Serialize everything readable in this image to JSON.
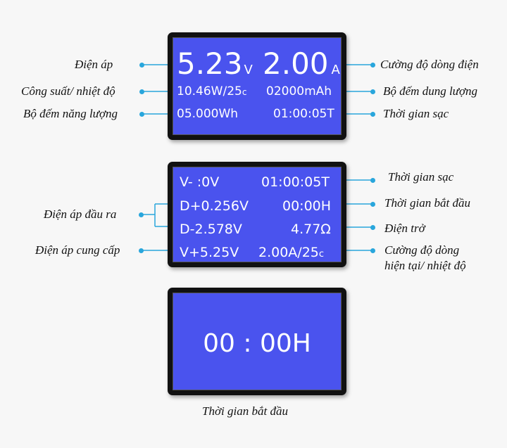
{
  "screen1": {
    "voltage": "5.23",
    "voltage_unit": "V",
    "current": "2.00",
    "current_unit": "A",
    "power_temp": "10.46W/25",
    "temp_unit": "c",
    "capacity": "02000mAh",
    "energy": "05.000Wh",
    "charge_time": "01:00:05T"
  },
  "screen2": {
    "v_minus": "V- :0V",
    "charge_time": "01:00:05T",
    "d_plus": "D+0.256V",
    "start_time": "00:00H",
    "d_minus": "D-2.578V",
    "resistance": "4.77Ω",
    "v_plus": "V+5.25V",
    "current_temp": "2.00A/25",
    "temp_unit": "c"
  },
  "screen3": {
    "time": "00 : 00H"
  },
  "labels": {
    "voltage": "Điện áp",
    "power_temp": "Công suất/ nhiệt độ",
    "energy_counter": "Bộ đếm năng lượng",
    "current": "Cường độ dòng điện",
    "capacity_counter": "Bộ đếm dung lượng",
    "charge_time_1": "Thời gian sạc",
    "charge_time_2": "Thời gian sạc",
    "start_time": "Thời gian bắt đầu",
    "output_voltage": "Điện áp đầu ra",
    "resistance": "Điện trở",
    "supply_voltage": "Điện áp cung cấp",
    "current_temp_line1": "Cường độ dòng",
    "current_temp_line2": "hiện tại/ nhiệt độ",
    "caption": "Thời gian bắt đầu"
  },
  "colors": {
    "screen_bg": "#4a53ee",
    "connector": "#29a6dc"
  }
}
